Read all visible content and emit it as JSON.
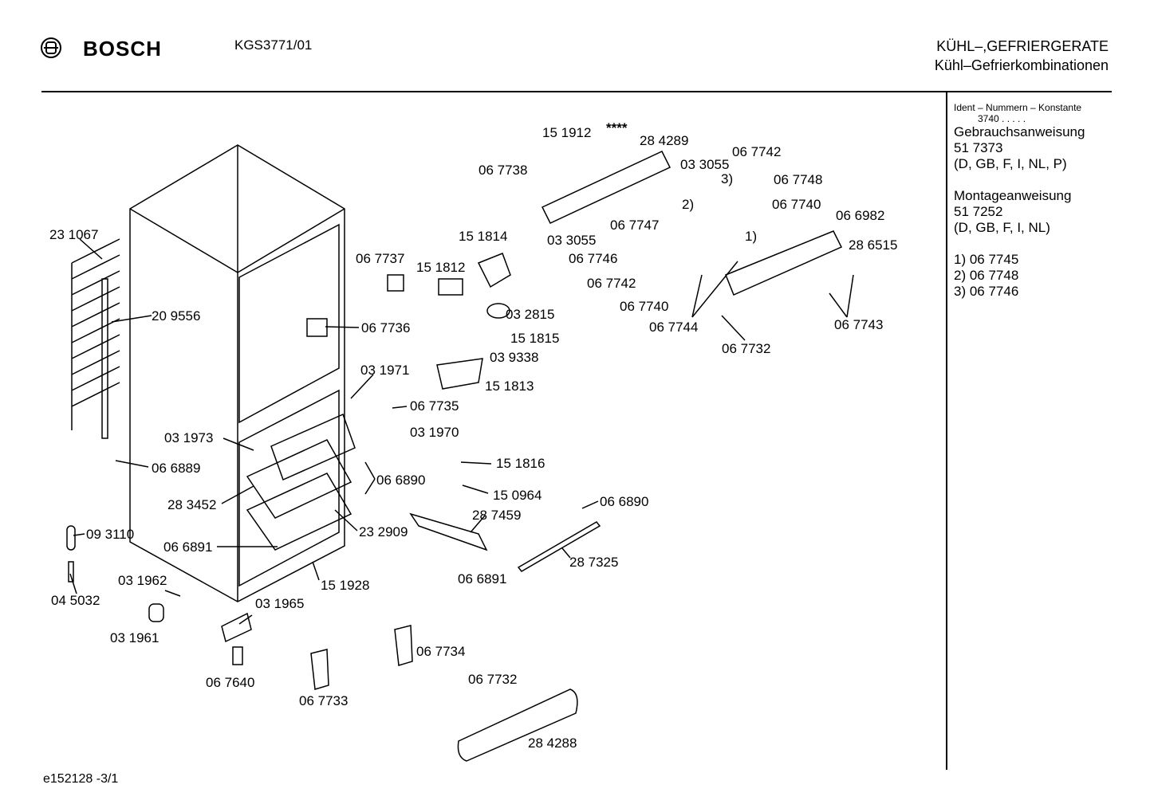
{
  "header": {
    "brand": "BOSCH",
    "model": "KGS3771/01",
    "category": "KÜHL–,GEFRIERGERATE",
    "subcategory": "Kühl–Gefrierkombinationen"
  },
  "sidebar": {
    "ident_label": "Ident – Nummern – Konstante",
    "ident_value": "3740 . . . . .",
    "doc1_title": "Gebrauchsanweisung",
    "doc1_number": "51 7373",
    "doc1_langs": "(D, GB, F, I, NL, P)",
    "doc2_title": "Montageanweisung",
    "doc2_number": "51 7252",
    "doc2_langs": "(D, GB, F, I, NL)",
    "notes": [
      "1) 06 7745",
      "2) 06 7748",
      "3) 06 7746"
    ]
  },
  "footer": {
    "code": "e152128  -3/1"
  },
  "diagram": {
    "part_labels": [
      "15 1912",
      "****",
      "28 4289",
      "06 7738",
      "03 3055",
      "06 7742",
      "3)",
      "06 7748",
      "2)",
      "06 7740",
      "06 7747",
      "03 3055",
      "06 6982",
      "1)",
      "28 6515",
      "15 1814",
      "06 7746",
      "06 7737",
      "15 1812",
      "06 7742",
      "06 7740",
      "23 1067",
      "03 2815",
      "06 7744",
      "06 7743",
      "20 9556",
      "06 7736",
      "15 1815",
      "06 7732",
      "03 9338",
      "15 1813",
      "03 1971",
      "06 7735",
      "03 1970",
      "03 1973",
      "15 1816",
      "06 6889",
      "06 6890",
      "15 0964",
      "06 6890",
      "28 3452",
      "28 7459",
      "23 2909",
      "09 3110",
      "06 6891",
      "28 7325",
      "06 6891",
      "15 1928",
      "03 1962",
      "04 5032",
      "03 1965",
      "03 1961",
      "06 7734",
      "06 7640",
      "06 7732",
      "06 7733",
      "28 4288"
    ]
  }
}
